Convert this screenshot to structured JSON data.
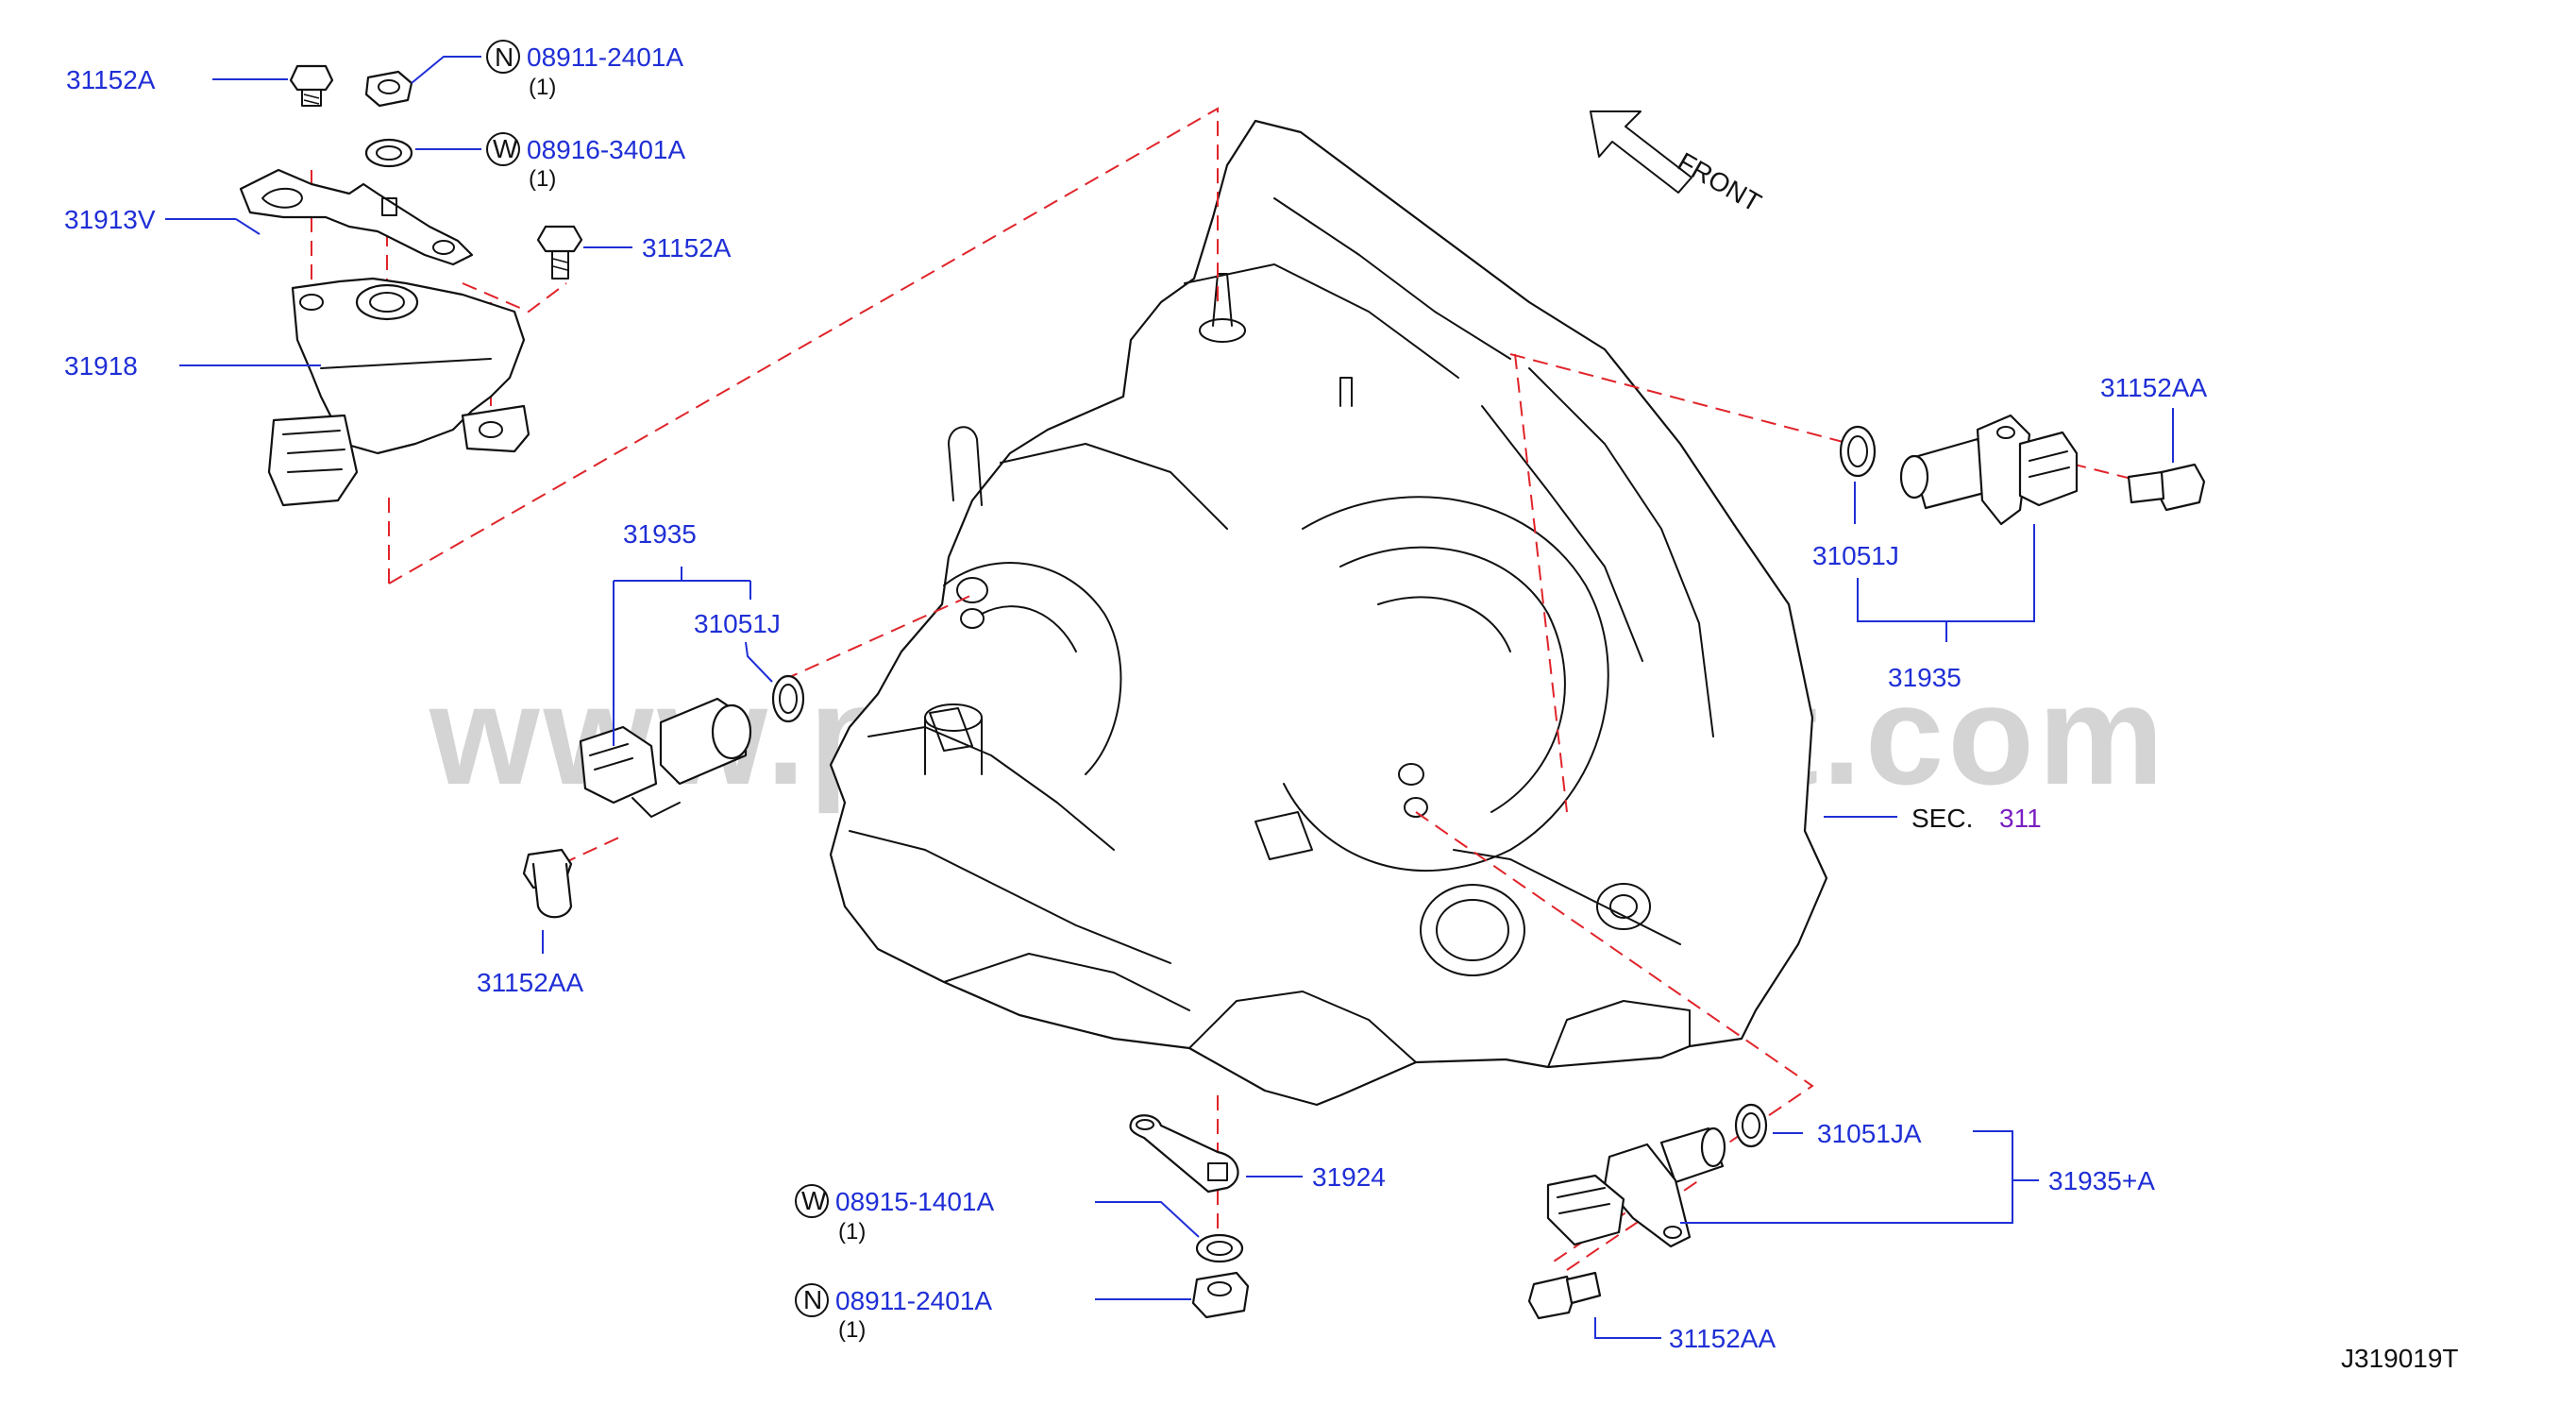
{
  "diagram_code": "J319019T",
  "watermark": "www.partsassistant.com",
  "direction_label": "FRONT",
  "section_ref": {
    "prefix": "SEC.",
    "number": "311"
  },
  "markers": {
    "nut": "N",
    "washer": "W"
  },
  "labels": {
    "bolt_top_left": "31152A",
    "nut_top_code": "08911-2401A",
    "nut_top_qty": "(1)",
    "washer_top_code": "08916-3401A",
    "washer_top_qty": "(1)",
    "bracket": "31913V",
    "bolt_top_right": "31152A",
    "switch": "31918",
    "sensor_left_group": "31935",
    "oring_left": "31051J",
    "bolt_left": "31152AA",
    "bolt_right_top": "31152AA",
    "oring_right": "31051J",
    "sensor_right_group": "31935",
    "lever": "31924",
    "washer_bottom_code": "08915-1401A",
    "washer_bottom_qty": "(1)",
    "nut_bottom_code": "08911-2401A",
    "nut_bottom_qty": "(1)",
    "oring_bottom": "31051JA",
    "sensor_bottom_group": "31935+A",
    "bolt_bottom": "31152AA"
  },
  "colors": {
    "label": "#1f2fd6",
    "leader": "#1f2fd6",
    "dashed": "#e0242a",
    "section_number": "#7a1fc2",
    "line": "#111111"
  }
}
